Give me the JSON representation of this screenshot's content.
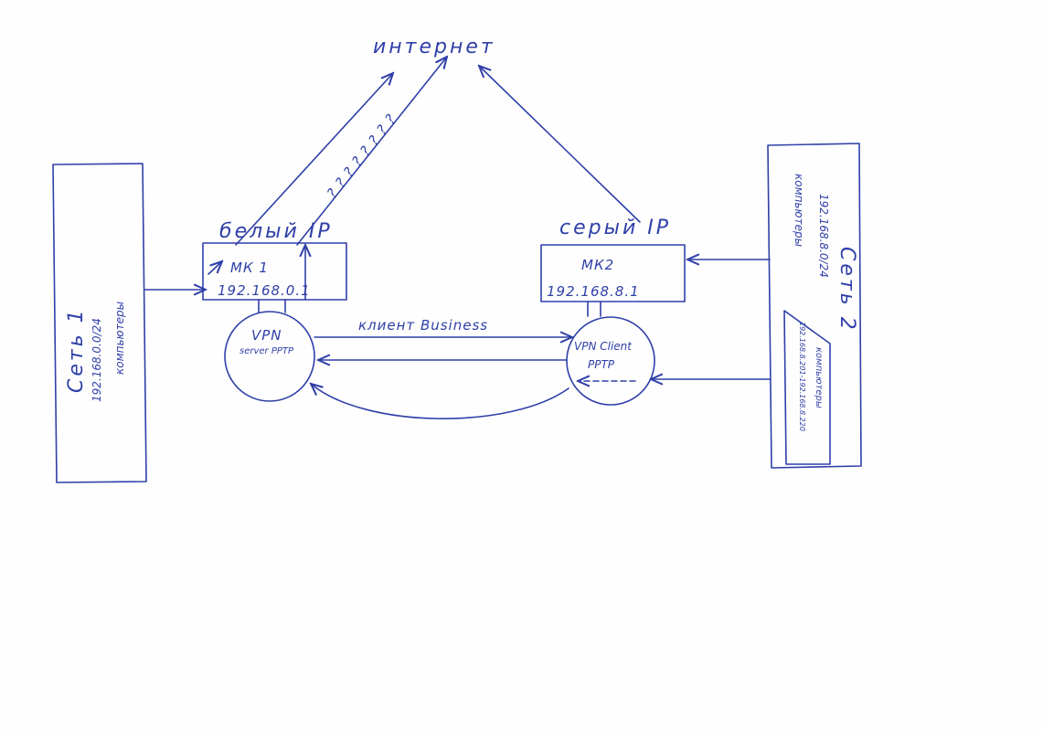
{
  "colors": {
    "ink": "#2f3fa8",
    "paper": "#fefefe"
  },
  "internet": {
    "label": "интернет"
  },
  "questions": {
    "label": "? ? ? ? ? ? ? ?"
  },
  "router1": {
    "ip_note": "белый IP",
    "name": "МК 1",
    "address": "192.168.0.1"
  },
  "router2": {
    "ip_note": "серый IP",
    "name": "МК2",
    "address": "192.168.8.1"
  },
  "vpn_server": {
    "line1": "VPN",
    "line2": "server PPTP"
  },
  "vpn_client": {
    "line1": "VPN Client",
    "line2": "PPTP"
  },
  "link_label": "клиент Business",
  "net1": {
    "title": "Сеть 1",
    "subnet": "192.168.0.0/24",
    "hosts": "компьютеры"
  },
  "net2": {
    "title": "Сеть 2",
    "subnet": "192.168.8.0/24",
    "hosts": "компьютеры",
    "sub_hosts": "компьютеры",
    "sub_range": "192.168.8.201-192.168.8.220"
  }
}
